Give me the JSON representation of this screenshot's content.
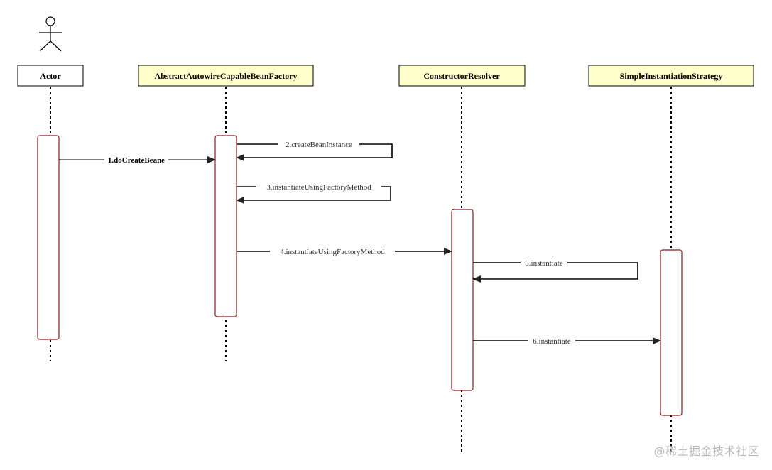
{
  "participants": [
    {
      "id": "actor",
      "name": "Actor",
      "fill": "#ffffff"
    },
    {
      "id": "aacbf",
      "name": "AbstractAutowireCapableBeanFactory",
      "fill": "#ffffcc"
    },
    {
      "id": "cr",
      "name": "ConstructorResolver",
      "fill": "#ffffcc"
    },
    {
      "id": "sis",
      "name": "SimpleInstantiationStrategy",
      "fill": "#ffffcc"
    }
  ],
  "messages": [
    {
      "id": "m1",
      "label": "1.doCreateBeane",
      "from": "actor",
      "to": "aacbf",
      "kind": "call",
      "emphasis": "bold"
    },
    {
      "id": "m2",
      "label": "2.createBeanInstance",
      "from": "aacbf",
      "to": "aacbf",
      "kind": "self"
    },
    {
      "id": "m3",
      "label": "3.instantiateUsingFactoryMethod",
      "from": "aacbf",
      "to": "aacbf",
      "kind": "self"
    },
    {
      "id": "m4",
      "label": "4.instantiateUsingFactoryMethod",
      "from": "aacbf",
      "to": "cr",
      "kind": "call"
    },
    {
      "id": "m5",
      "label": "5.instantiate",
      "from": "cr",
      "to": "cr",
      "kind": "self"
    },
    {
      "id": "m6",
      "label": "6.instantiate",
      "from": "cr",
      "to": "sis",
      "kind": "call"
    }
  ],
  "watermark": "@稀土掘金技术社区",
  "colors": {
    "activation_border": "#8b1a1a",
    "participant_fill": "#ffffcc",
    "line": "#000000"
  }
}
